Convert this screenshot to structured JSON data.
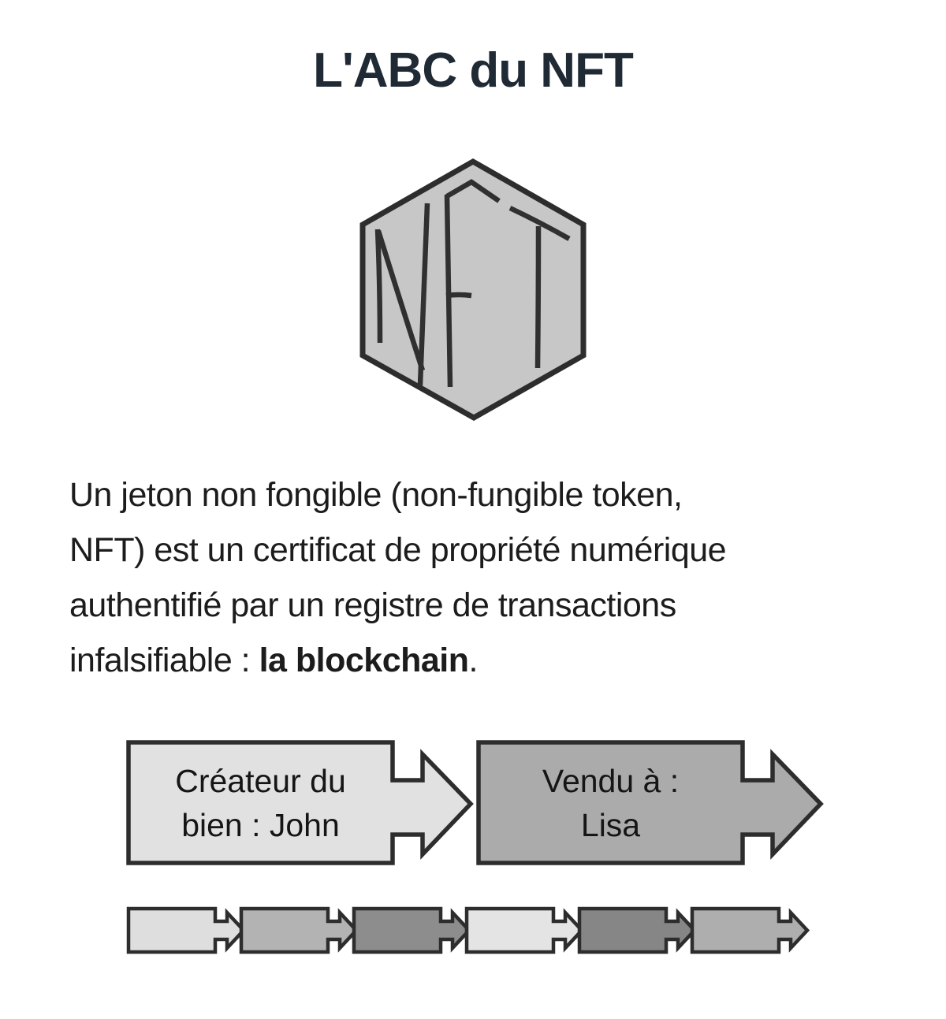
{
  "title": "L'ABC du NFT",
  "colors": {
    "title_text": "#1f2a35",
    "body_text": "#1c1c1c",
    "outline": "#2d2d2d",
    "letter_stroke": "#303030"
  },
  "hexagon": {
    "label": "NFT",
    "fill": "#c7c7c7"
  },
  "paragraph": {
    "lines": [
      "Un jeton non fongible (non-fungible token,",
      "NFT) est un certificat de propriété numérique",
      "authentifié par un registre de transactions"
    ],
    "last_line_start": "infalsifiable : ",
    "last_line_bold": "la blockchain",
    "last_line_end": "."
  },
  "flow": [
    {
      "line1": "Créateur du",
      "line2": "bien : John",
      "fill": "#e1e1e1"
    },
    {
      "line1": "Vendu à :",
      "line2": "Lisa",
      "fill": "#ababab"
    }
  ],
  "chain": [
    {
      "fill": "#dedede"
    },
    {
      "fill": "#b3b3b3"
    },
    {
      "fill": "#8d8d8d"
    },
    {
      "fill": "#e4e4e4"
    },
    {
      "fill": "#868686"
    },
    {
      "fill": "#aeaeae"
    }
  ]
}
